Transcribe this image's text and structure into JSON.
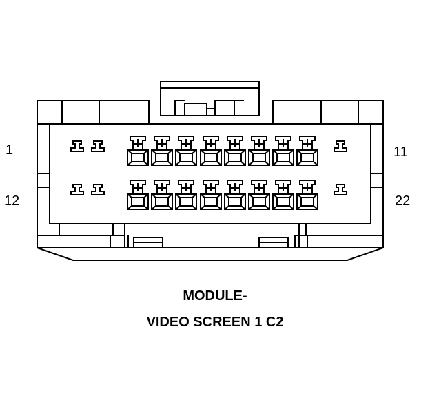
{
  "pin_labels": {
    "top_left": "1",
    "top_right": "11",
    "bottom_left": "12",
    "bottom_right": "22"
  },
  "caption": {
    "line1": "MODULE-",
    "line2": "VIDEO SCREEN 1 C2"
  },
  "colors": {
    "stroke": "#000000",
    "background": "#ffffff"
  }
}
